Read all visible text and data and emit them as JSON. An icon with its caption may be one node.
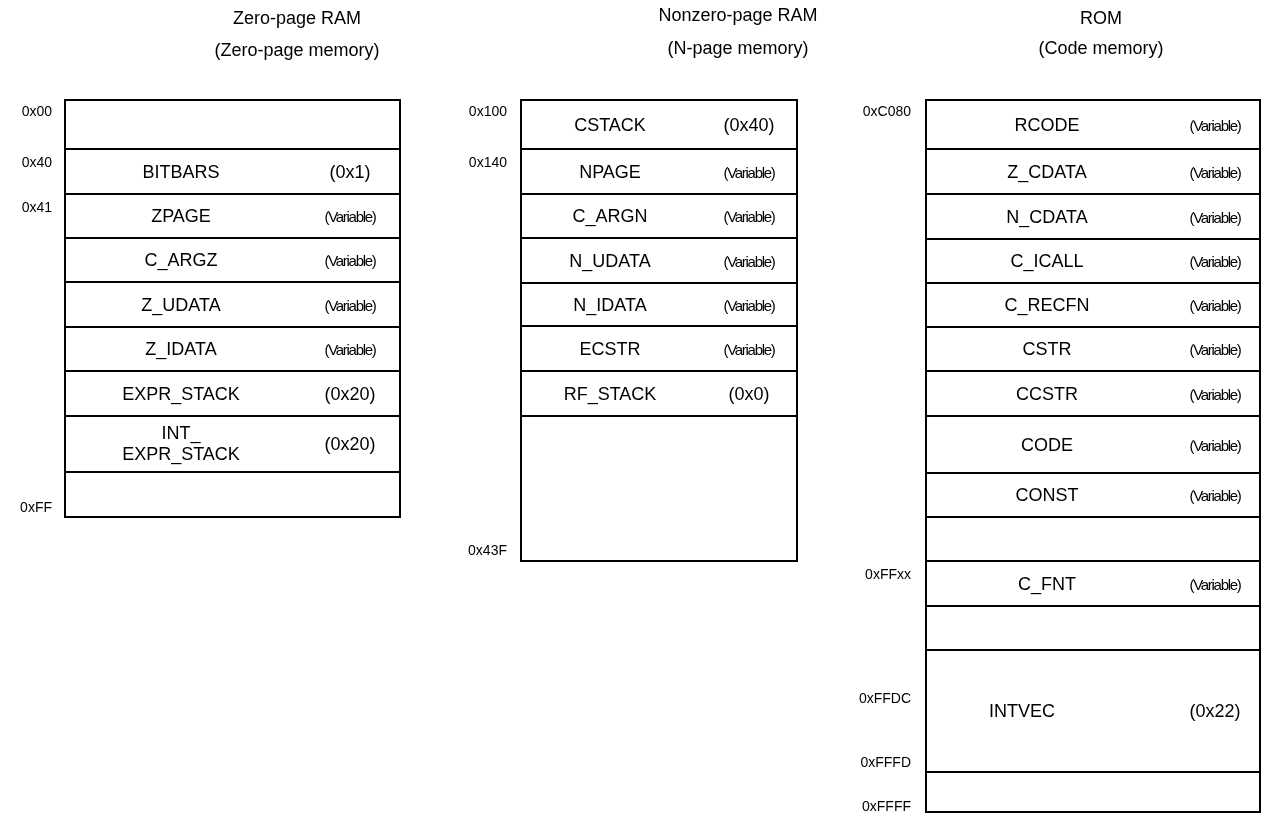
{
  "diagram": {
    "nodes": [
      {
        "text": [
          "Zero-page RAM",
          "(Zero-page memory)"
        ]
      },
      {
        "text": [],
        "shape": "box",
        "in": 0
      },
      {
        "text": [
          "BITBARS",
          "(0x1)"
        ],
        "in": 0
      },
      {
        "text": [
          "ZPAGE",
          "(Variable)"
        ],
        "in": 0
      },
      {
        "text": [
          "C_ARGZ",
          "(Variable)"
        ],
        "in": 0
      },
      {
        "text": [
          "Z_UDATA",
          "(Variable)"
        ],
        "in": 0
      },
      {
        "text": [
          "Z_IDATA",
          "(Variable)"
        ],
        "in": 0
      },
      {
        "text": [
          "EXPR_STACK",
          "(0x20)"
        ],
        "in": 0
      },
      {
        "text": [
          "INT_ EXPR_STACK",
          "(0x20)"
        ],
        "in": 0
      },
      {
        "text": [],
        "shape": "box",
        "in": 0
      },
      {
        "text": [
          "Nonzero-page RAM",
          "(N-page memory)"
        ]
      },
      {
        "text": [
          "CSTACK",
          "(0x40)"
        ],
        "in": 10
      },
      {
        "text": [
          "NPAGE",
          "(Variable)"
        ],
        "in": 10
      },
      {
        "text": [
          "C_ARGN",
          "(Variable)"
        ],
        "in": 10
      },
      {
        "text": [
          "N_UDATA",
          "(Variable)"
        ],
        "in": 10
      },
      {
        "text": [
          "N_IDATA",
          "(Variable)"
        ],
        "in": 10
      },
      {
        "text": [
          "ECSTR",
          "(Variable)"
        ],
        "in": 10
      },
      {
        "text": [
          "RF_STACK",
          "(0x0)"
        ],
        "in": 10
      },
      {
        "text": [],
        "shape": "box",
        "in": 10
      },
      {
        "text": [
          "ROM",
          "(Code memory)"
        ]
      },
      {
        "text": [
          "RCODE",
          "(Variable)"
        ],
        "in": 19
      },
      {
        "text": [
          "Z_CDATA",
          "(Variable)"
        ],
        "in": 19
      },
      {
        "text": [
          "N_CDATA",
          "(Variable)"
        ],
        "in": 19
      },
      {
        "text": [
          "C_ICALL",
          "(Variable)"
        ],
        "in": 19
      },
      {
        "text": [
          "C_RECFN",
          "(Variable)"
        ],
        "in": 19
      },
      {
        "text": [
          "CSTR",
          "(Variable)"
        ],
        "in": 19
      },
      {
        "text": [
          "CCSTR",
          "(Variable)"
        ],
        "in": 19
      },
      {
        "text": [
          "CODE",
          "(Variable)"
        ],
        "in": 19
      },
      {
        "text": [
          "CONST",
          "(Variable)"
        ],
        "in": 19
      },
      {
        "text": [],
        "shape": "box",
        "in": 19
      },
      {
        "text": [
          "C_FNT",
          "(Variable)"
        ],
        "in": 19
      },
      {
        "text": [],
        "shape": "box",
        "in": 19
      },
      {
        "text": [
          "INTVEC",
          "(0x22)"
        ],
        "in": 19
      },
      {
        "text": [],
        "shape": "box",
        "in": 19
      }
    ],
    "labels": [
      "0x00",
      "0x100",
      "0xC080",
      "0x40",
      "0x140",
      "0x41",
      "0xFF",
      "0x43F",
      "0xFFxx",
      "0xFFDC",
      "0xFFFD",
      "0xFFFF"
    ]
  }
}
